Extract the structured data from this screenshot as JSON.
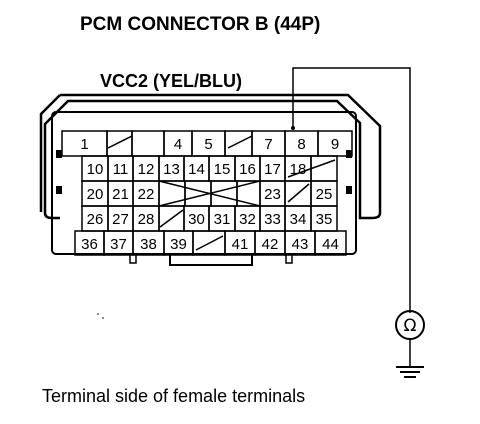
{
  "title": "PCM CONNECTOR B (44P)",
  "wire_label": "VCC2 (YEL/BLU)",
  "caption": "Terminal side of female terminals",
  "meter_symbol": "Ω",
  "rows": [
    [
      "1",
      "",
      "",
      "4",
      "5",
      "",
      "7",
      "8",
      "9"
    ],
    [
      "10",
      "11",
      "12",
      "13",
      "14",
      "15",
      "16",
      "17",
      "18",
      ""
    ],
    [
      "20",
      "21",
      "22",
      "",
      "",
      "",
      "",
      "23",
      "",
      "25"
    ],
    [
      "26",
      "27",
      "28",
      "",
      "30",
      "31",
      "32",
      "33",
      "34",
      "35"
    ],
    [
      "36",
      "37",
      "38",
      "39",
      "",
      "41",
      "42",
      "43",
      "44"
    ]
  ],
  "probe_terminal": "8"
}
